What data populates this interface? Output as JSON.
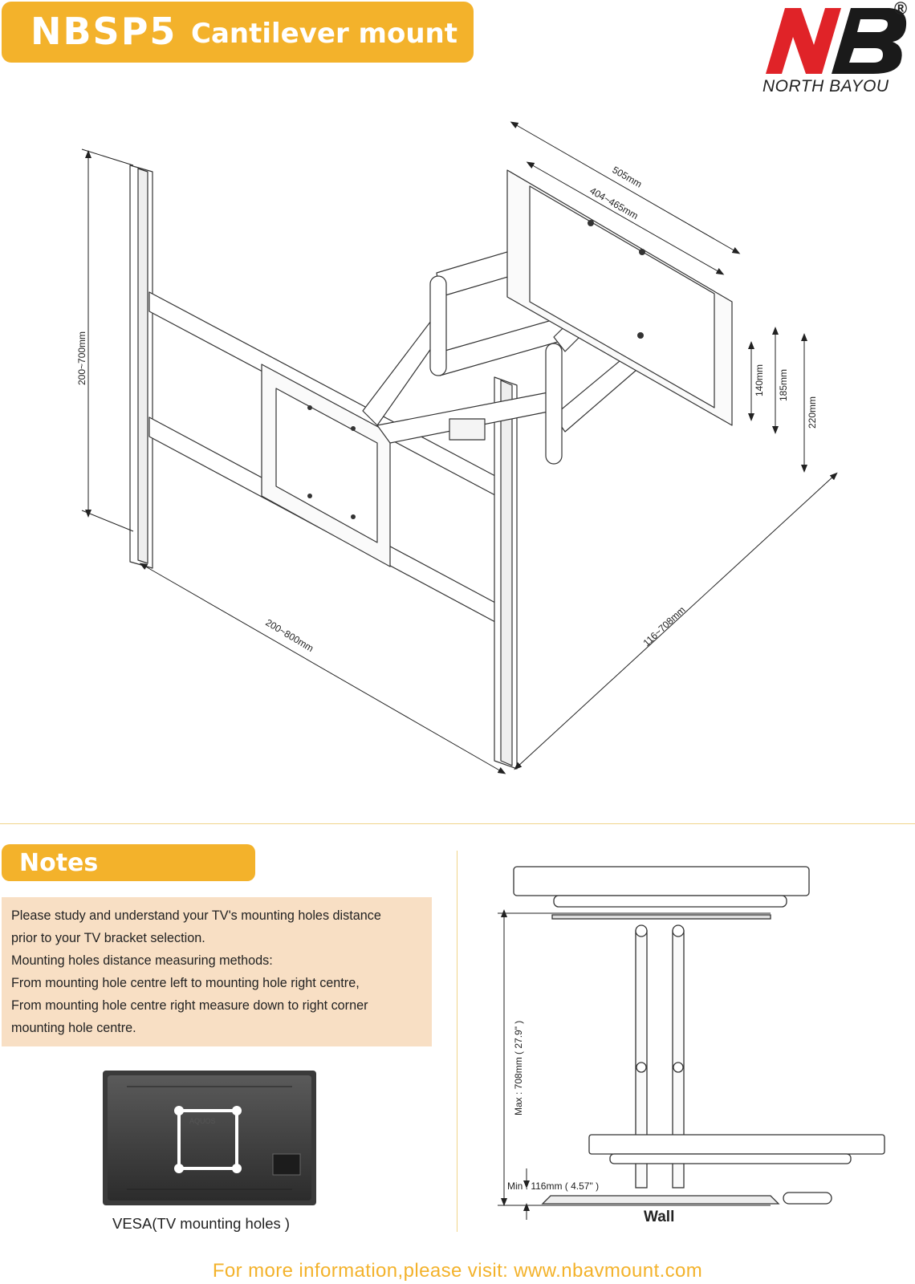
{
  "header": {
    "model": "NBSP5",
    "description": "Cantilever mount"
  },
  "logo": {
    "mark": "NB",
    "brand_text": "NORTH BAYOU",
    "registered_mark": "®"
  },
  "dimensions": {
    "arm_length_max": "505mm",
    "arm_length_range": "404~465mm",
    "plate_height": "200~700mm",
    "plate_width": "200~800mm",
    "extension": "116~708mm",
    "wall_plate_1": "140mm",
    "wall_plate_2": "185mm",
    "wall_plate_3": "220mm",
    "side_max": "Max : 708mm ( 27.9\" )",
    "side_min": "Min : 116mm ( 4.57\" )"
  },
  "notes": {
    "title": "Notes",
    "lines": [
      "Please study and understand your TV's mounting holes distance",
      "prior to your TV bracket selection.",
      "Mounting holes distance measuring methods:",
      "From mounting hole centre left to mounting hole right centre,",
      "From mounting hole centre right measure down to right corner",
      "mounting hole centre."
    ]
  },
  "tv_image": {
    "brand_label": "AQUOS",
    "caption": "VESA(TV mounting holes )"
  },
  "side_view": {
    "wall_label": "Wall"
  },
  "footer": {
    "text": "For more information,please visit: www.nbavmount.com"
  },
  "colors": {
    "accent": "#f3b22b",
    "notes_bg": "#f8dfc4",
    "logo_red": "#e02328"
  }
}
